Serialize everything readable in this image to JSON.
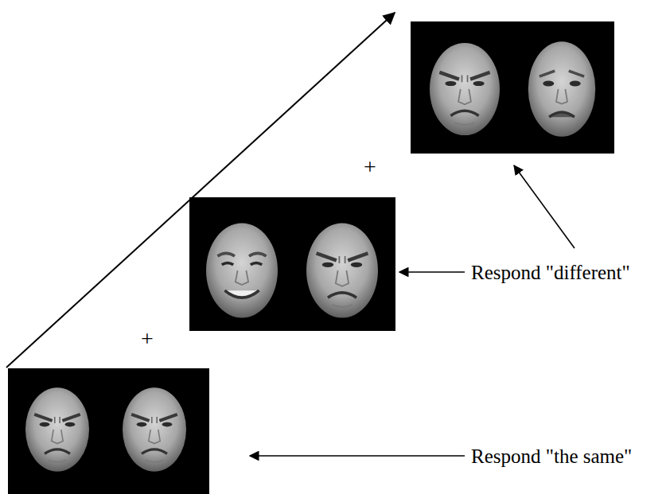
{
  "diagram": {
    "labels": [
      "+",
      "Respond \"different\"",
      "+",
      "Respond \"the same\""
    ]
  }
}
